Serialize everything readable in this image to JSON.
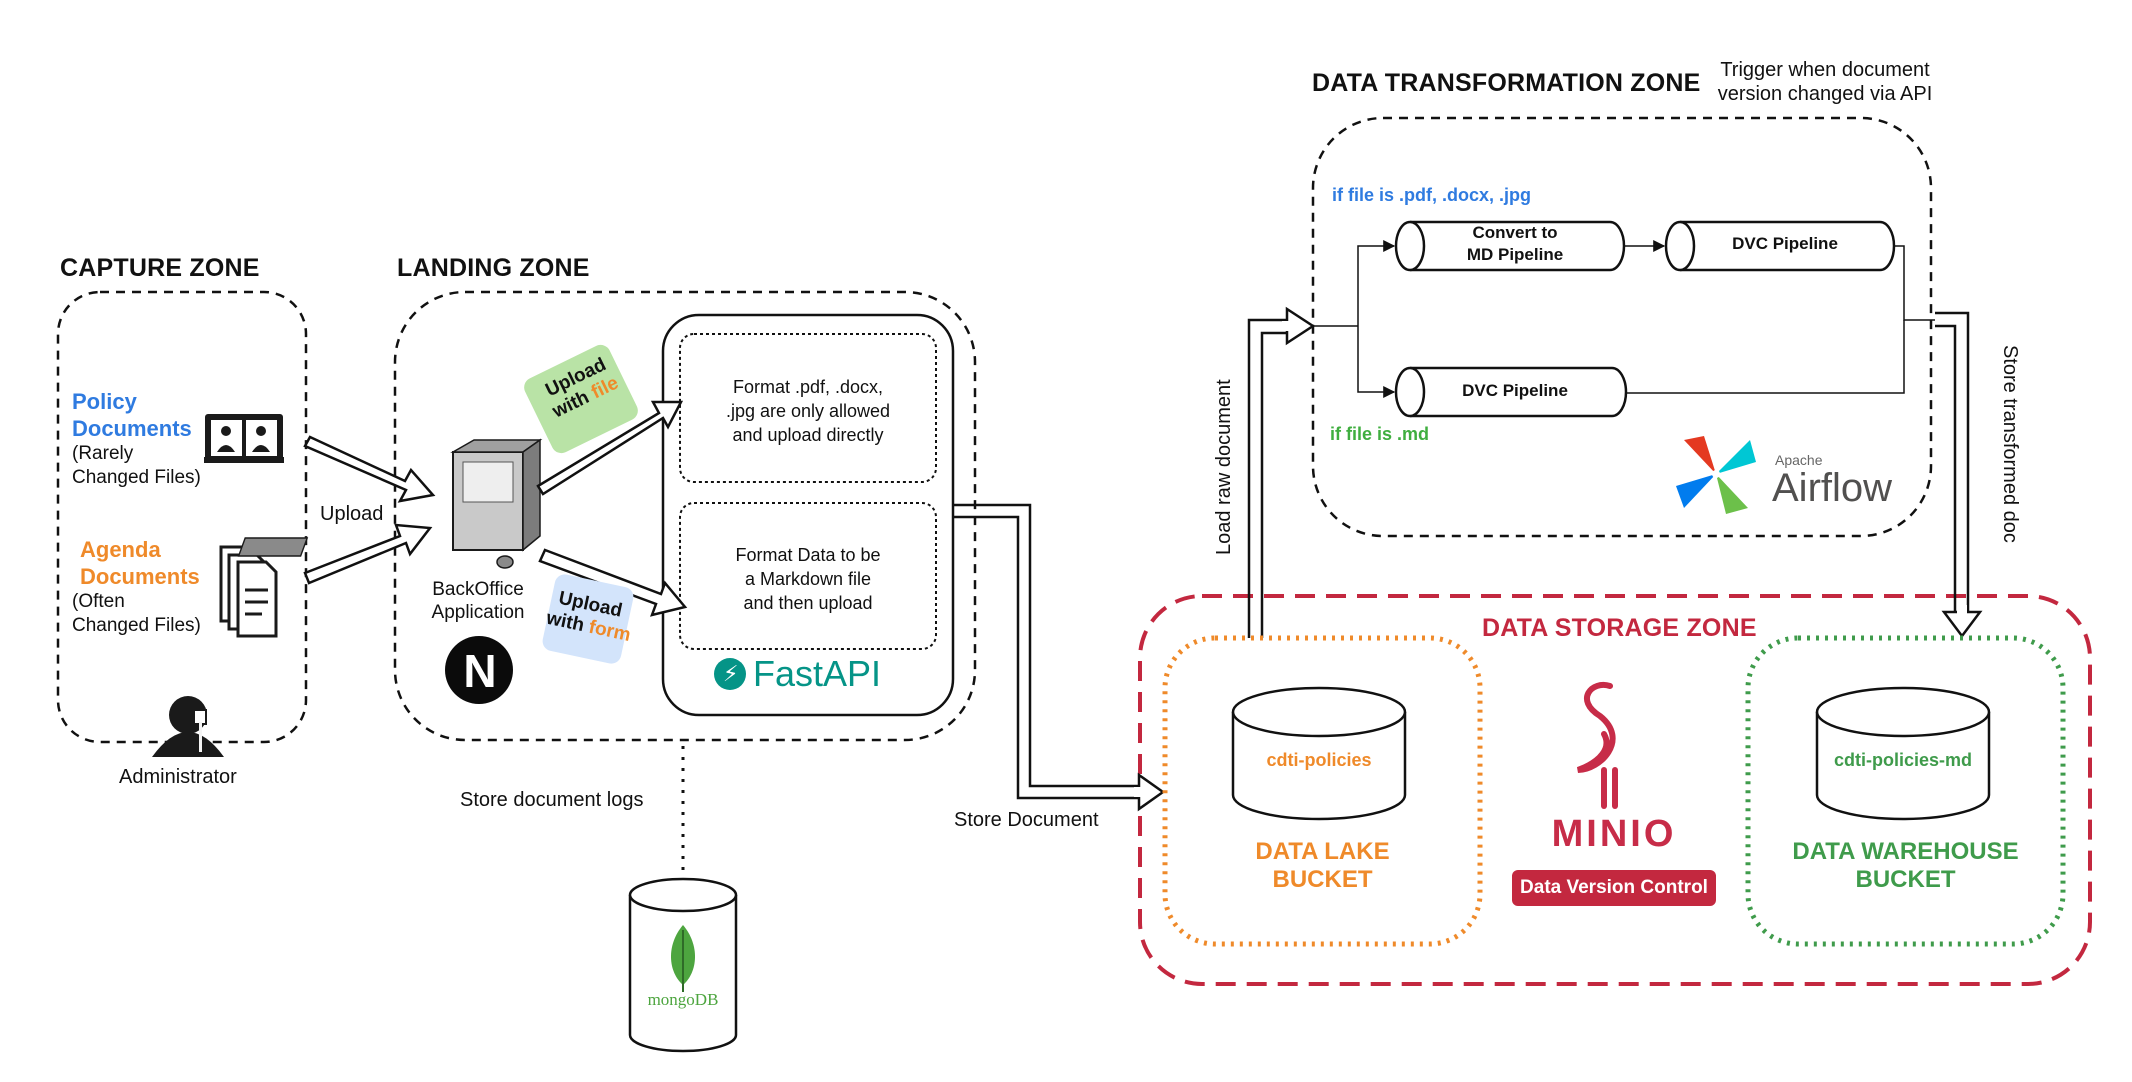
{
  "zones": {
    "capture": "CAPTURE ZONE",
    "landing": "LANDING ZONE",
    "transformation": "DATA TRANSFORMATION ZONE",
    "storage": "DATA STORAGE ZONE"
  },
  "capture": {
    "policy_title_1": "Policy",
    "policy_title_2": "Documents",
    "policy_sub_1": "(Rarely",
    "policy_sub_2": "Changed Files)",
    "agenda_title_1": "Agenda",
    "agenda_title_2": "Documents",
    "agenda_sub_1": "(Often",
    "agenda_sub_2": "Changed Files)",
    "actor": "Administrator",
    "upload_label": "Upload"
  },
  "landing": {
    "app_1": "BackOffice",
    "app_2": "Application",
    "badge_file_1": "Upload",
    "badge_file_2": "with",
    "badge_file_3": "file",
    "badge_form_1": "Upload",
    "badge_form_2": "with",
    "badge_form_3": "form",
    "box1_1": "Format .pdf, .docx,",
    "box1_2": ".jpg are only allowed",
    "box1_3": "and upload directly",
    "box2_1": "Format Data to be",
    "box2_2": "a Markdown file",
    "box2_3": "and then upload",
    "fastapi": "FastAPI",
    "logs": "Store document logs",
    "mongo": "mongoDB",
    "next_logo": "N"
  },
  "transformation": {
    "trigger_1": "Trigger when document",
    "trigger_2": "version changed via API",
    "cond_pdf": "if file is .pdf, .docx, .jpg",
    "cond_md": "if file is .md",
    "pipe_convert_1": "Convert to",
    "pipe_convert_2": "MD Pipeline",
    "pipe_dvc_1": "DVC Pipeline",
    "pipe_dvc_2": "DVC Pipeline",
    "airflow_small": "Apache",
    "airflow": "Airflow"
  },
  "flows": {
    "store_document": "Store Document",
    "load_raw": "Load raw document",
    "store_transformed": "Store transformed doc"
  },
  "storage": {
    "lake_bucket": "cdti-policies",
    "lake_1": "DATA LAKE",
    "lake_2": "BUCKET",
    "warehouse_bucket": "cdti-policies-md",
    "warehouse_1": "DATA WAREHOUSE",
    "warehouse_2": "BUCKET",
    "minio": "MINIO",
    "dvc_badge": "Data Version Control"
  },
  "colors": {
    "blue": "#2f7be0",
    "orange": "#ef8a2a",
    "green": "#3fae3f",
    "storage_red": "#c3283f",
    "warehouse_green": "#3f9b4b",
    "fastapi_teal": "#059487",
    "mongo_green": "#4da53f"
  }
}
